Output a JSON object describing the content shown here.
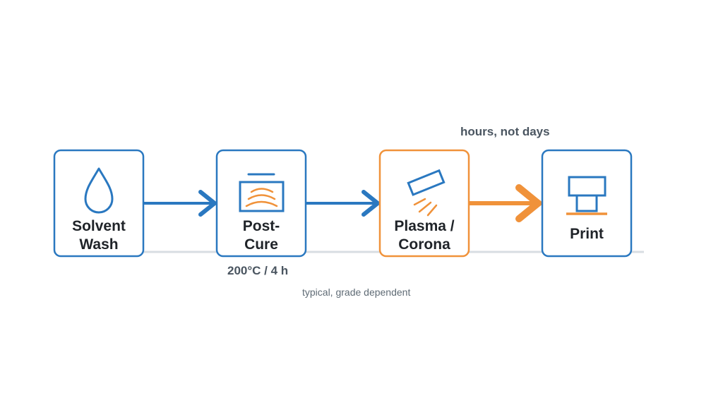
{
  "steps": [
    {
      "line1": "Solvent",
      "line2": "Wash",
      "icon": "droplet-icon"
    },
    {
      "line1": "Post-",
      "line2": "Cure",
      "icon": "oven-icon"
    },
    {
      "line1": "Plasma /",
      "line2": "Corona",
      "icon": "plasma-emitter-icon"
    },
    {
      "line1": "Print",
      "line2": "",
      "icon": "print-stamp-icon"
    }
  ],
  "annotations": {
    "cure_condition": "200°C / 4 h",
    "window": "hours, not days",
    "caption": "typical, grade dependent"
  },
  "colors": {
    "blue": "#2a78c0",
    "orange": "#f0923a",
    "baseline": "#d8dde2",
    "text": "#1f2328"
  }
}
